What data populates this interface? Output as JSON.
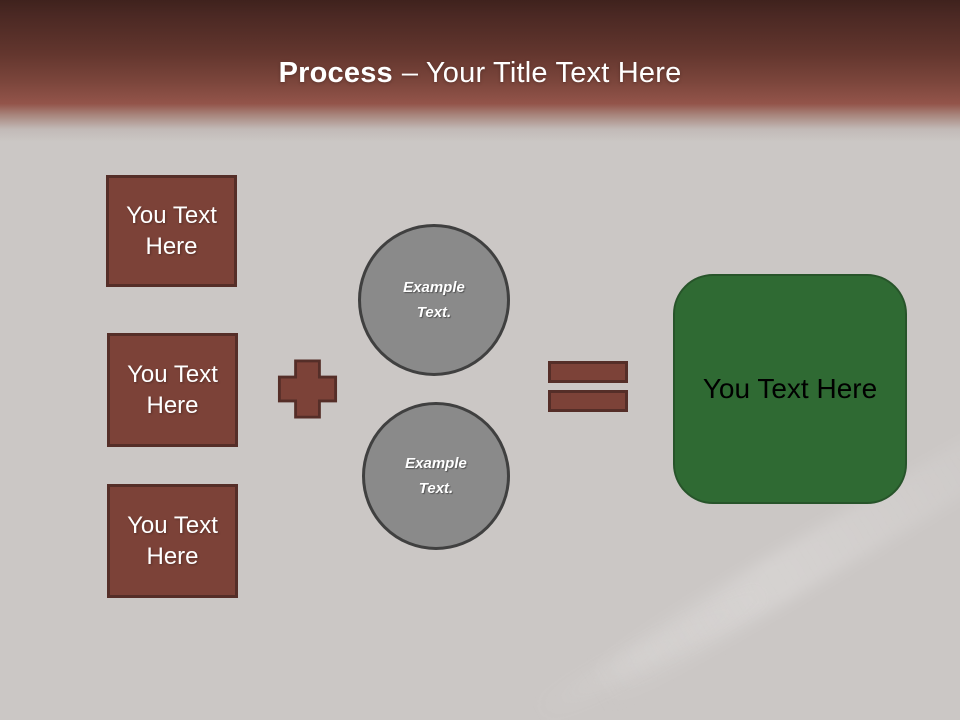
{
  "title": {
    "primary": "Process",
    "secondary": "– Your Title Text Here"
  },
  "colors": {
    "header_mid": "#93544A",
    "canvas_bg": "#CBC7C5",
    "maroon_fill": "#7C4238",
    "maroon_border": "#552E28",
    "circle_fill": "#8A8A8A",
    "circle_border": "#404040",
    "green_fill": "#2F6A33",
    "green_border": "#27542A",
    "title_text": "#FFFFFF",
    "box_text": "#FFFFFF",
    "result_text": "#000000"
  },
  "input_boxes": [
    {
      "label": "You Text Here"
    },
    {
      "label": "You Text Here"
    },
    {
      "label": "You Text Here"
    }
  ],
  "operators": {
    "plus": "plus-icon",
    "equals": "equals-icon"
  },
  "circles": [
    {
      "label": "Example Text."
    },
    {
      "label": "Example Text."
    }
  ],
  "result_box": {
    "label": "You Text Here"
  }
}
